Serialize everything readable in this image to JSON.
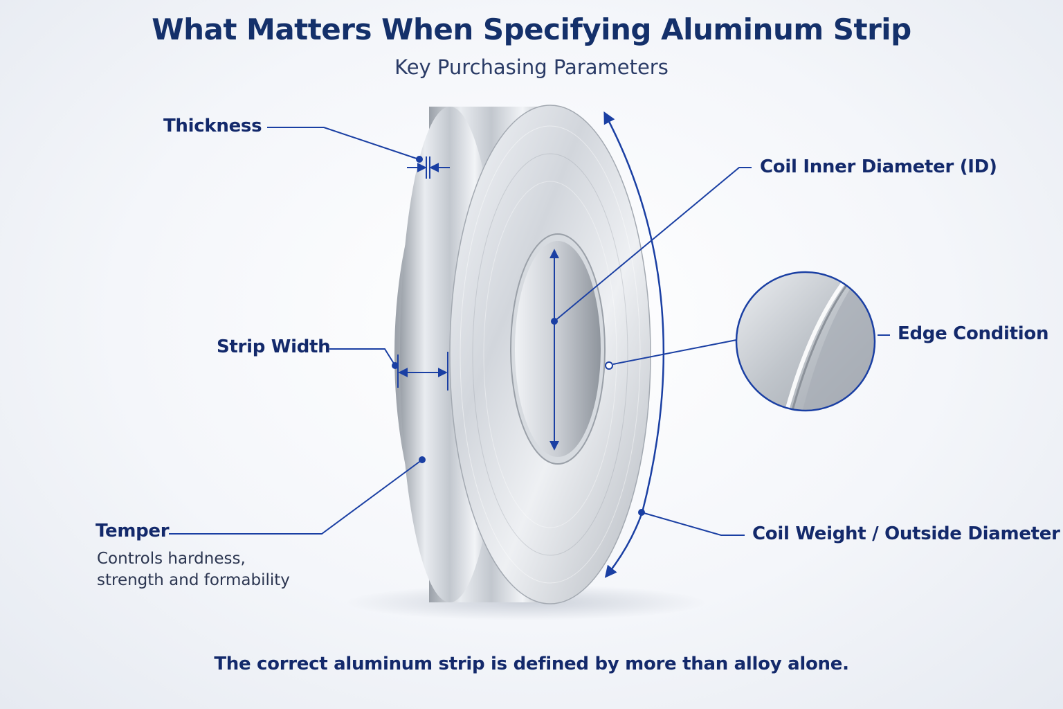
{
  "header": {
    "title": "What Matters When Specifying Aluminum Strip",
    "subtitle": "Key Purchasing Parameters"
  },
  "callouts": {
    "thickness": "Thickness",
    "inner_diameter": "Coil Inner Diameter (ID)",
    "strip_width": "Strip Width",
    "edge_condition": "Edge Condition",
    "temper": "Temper",
    "temper_desc_line1": "Controls hardness,",
    "temper_desc_line2": "strength and formability",
    "coil_weight": "Coil Weight / Outside Diameter"
  },
  "footer": {
    "note": "The correct aluminum strip is defined by more than alloy alone."
  },
  "colors": {
    "callout_line": "#1a3fa3",
    "heading": "#14306a",
    "aluminum_light": "#eceef2",
    "aluminum_dark": "#8e949c"
  }
}
